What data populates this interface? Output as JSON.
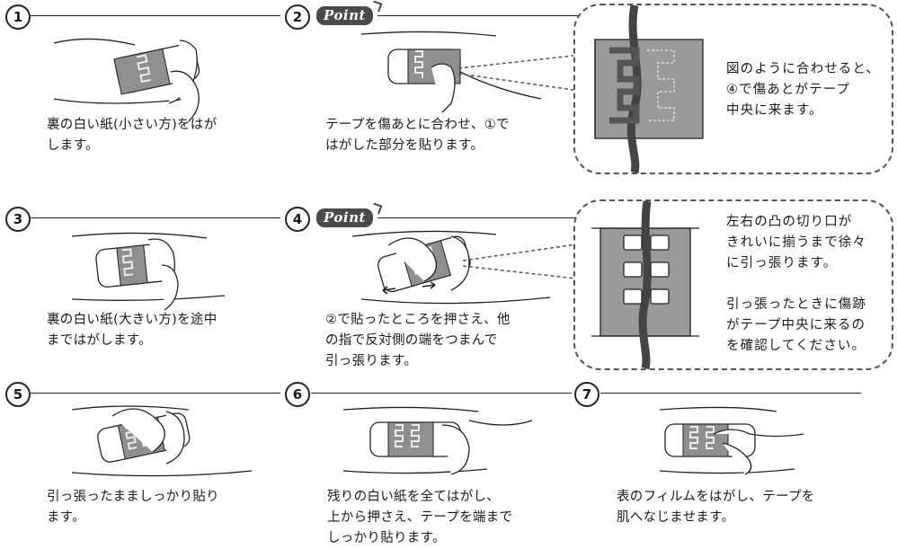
{
  "steps": [
    {
      "num": "1",
      "caption": "裏の白い紙(小さい方)をはが\nします。"
    },
    {
      "num": "2",
      "point": "Point",
      "caption": "テープを傷あとに合わせ、①で\nはがした部分を貼ります。"
    },
    {
      "num": "3",
      "caption": "裏の白い紙(大きい方)を途中\nまではがします。"
    },
    {
      "num": "4",
      "point": "Point",
      "caption": "②で貼ったところを押さえ、他\nの指で反対側の端をつまんで\n引っ張ります。"
    },
    {
      "num": "5",
      "caption": "引っ張ったまましっかり貼り\nます。"
    },
    {
      "num": "6",
      "caption": "残りの白い紙を全てはがし、\n上から押さえ、テープを端まで\nしっかり貼ります。"
    },
    {
      "num": "7",
      "caption": "表のフィルムをはがし、テープを\n肌へなじませます。"
    }
  ],
  "callouts": [
    {
      "text": "図のように合わせると、\n④で傷あとがテープ\n中央に来ます。"
    },
    {
      "text": "左右の凸の切り口が\nきれいに揃うまで徐々\nに引っ張ります。\n\n引っ張ったときに傷跡\nがテープ中央に来るの\nを確認してください。"
    }
  ],
  "colors": {
    "tape_gray": "#9a9a9a",
    "tape_dark": "#5a5a5a",
    "line": "#222222"
  }
}
